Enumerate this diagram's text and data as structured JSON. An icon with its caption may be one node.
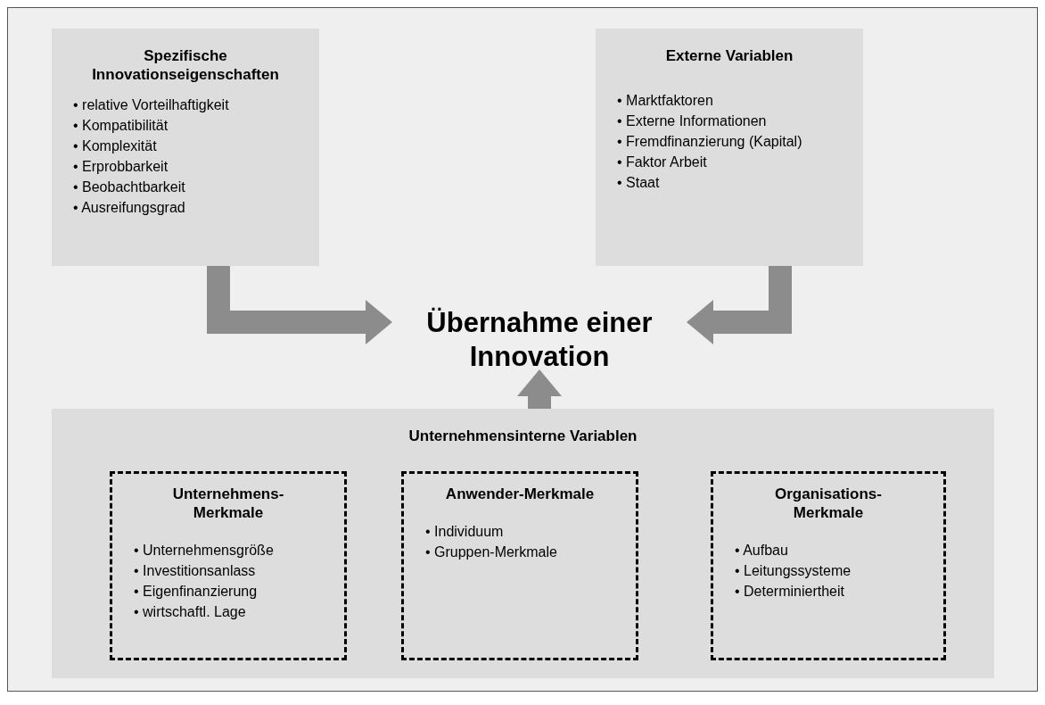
{
  "diagram": {
    "nodes": [
      {
        "text": [
          "Spezifische Innovationseigenschaften",
          "• relative Vorteilhaftigkeit",
          "• Kompatibilität",
          "• Komplexität",
          "• Erprobbarkeit",
          "• Beobachtbarkeit",
          "• Ausreifungsgrad"
        ]
      },
      {
        "text": [
          "Externe Variablen",
          "• Marktfaktoren",
          "• Externe Informationen",
          "• Fremdfinanzierung (Kapital)",
          "• Faktor Arbeit",
          "• Staat"
        ]
      },
      {
        "text": [
          "Übernahme einer Innovation"
        ]
      },
      {
        "text": [
          "Unternehmensinterne Variablen"
        ]
      },
      {
        "text": [
          "Unternehmens-Merkmale",
          "• Unternehmensgröße",
          "• Investitionsanlass",
          "• Eigenfinanzierung",
          "• wirtschaftl. Lage"
        ],
        "in": 3
      },
      {
        "text": [
          "Anwender-Merkmale",
          "• Individuum",
          "• Gruppen-Merkmale"
        ],
        "in": 3
      },
      {
        "text": [
          "Organisations-Merkmale",
          "• Aufbau",
          "• Leitungssysteme",
          "• Determiniertheit"
        ],
        "in": 3
      }
    ],
    "edges": [
      {
        "from": 0,
        "to": 2,
        "arrow": "to"
      },
      {
        "from": 1,
        "to": 2,
        "arrow": "to"
      },
      {
        "from": 3,
        "to": 2,
        "arrow": "to"
      }
    ]
  }
}
